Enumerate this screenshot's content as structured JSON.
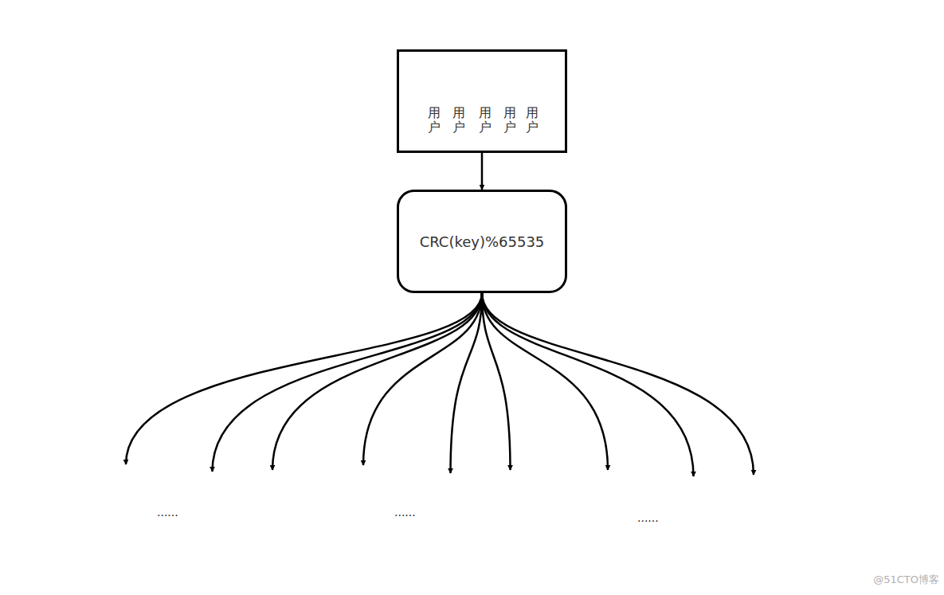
{
  "diagram": {
    "nodes": [
      {
        "text": [
          "用户",
          "用户",
          "用户",
          "用户",
          "用户"
        ]
      },
      {
        "text": [
          "CRC(key)%65535"
        ]
      },
      {
        "text": [
          "......"
        ]
      },
      {
        "text": [],
        "in": 2
      },
      {
        "text": [],
        "in": 2
      },
      {
        "text": [],
        "in": 2
      },
      {
        "text": [
          "......"
        ]
      },
      {
        "text": [],
        "in": 6
      },
      {
        "text": [],
        "in": 6
      },
      {
        "text": [],
        "in": 6
      },
      {
        "text": [
          "......"
        ]
      },
      {
        "text": [],
        "in": 10
      },
      {
        "text": [],
        "in": 10
      },
      {
        "text": [],
        "in": 10
      }
    ],
    "edges": [
      {
        "from": 0,
        "to": 1,
        "arrow": "to"
      },
      {
        "from": 1,
        "to": 3,
        "arrow": "to"
      },
      {
        "from": 1,
        "to": 4,
        "arrow": "to"
      },
      {
        "from": 1,
        "to": 5,
        "arrow": "to"
      },
      {
        "from": 1,
        "to": 7,
        "arrow": "to"
      },
      {
        "from": 1,
        "to": 8,
        "arrow": "to"
      },
      {
        "from": 1,
        "to": 9,
        "arrow": "to"
      },
      {
        "from": 1,
        "to": 11,
        "arrow": "to"
      },
      {
        "from": 1,
        "to": 12,
        "arrow": "to"
      },
      {
        "from": 1,
        "to": 13,
        "arrow": "to"
      }
    ],
    "labels": [
      "@51CTO博客"
    ]
  }
}
